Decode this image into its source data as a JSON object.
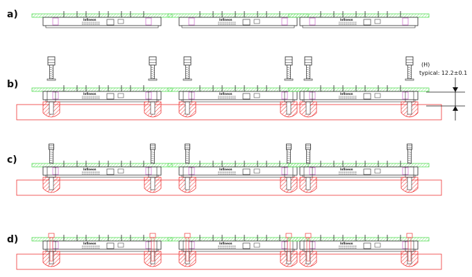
{
  "diagram": {
    "steps": [
      {
        "label": "a)",
        "bolts": "none"
      },
      {
        "label": "b)",
        "bolts": "raised"
      },
      {
        "label": "c)",
        "bolts": "inserted"
      },
      {
        "label": "d)",
        "bolts": "fastened"
      }
    ],
    "dimension": {
      "symbol": "(H)",
      "label": "typical: 12.2±0.1"
    },
    "module_logo_text": "Infineon",
    "colors": {
      "pcb": "#55dd55",
      "heatsink": "#ee3333",
      "outline": "#222222",
      "spring": "#cc66cc"
    }
  }
}
